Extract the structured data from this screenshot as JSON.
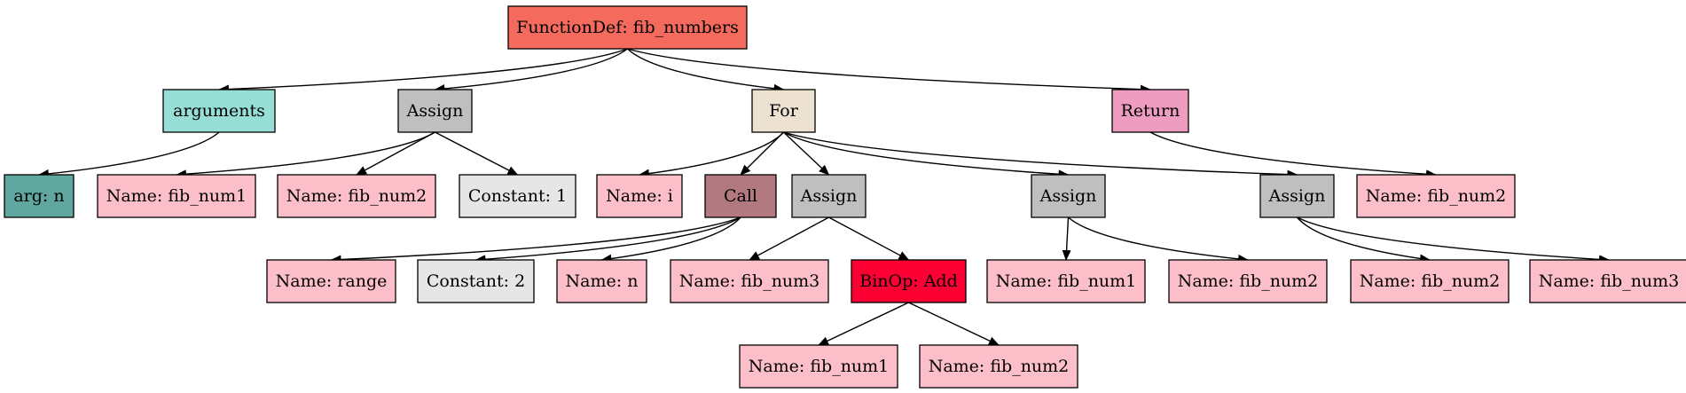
{
  "colors": {
    "functiondef": "#f46b5d",
    "arguments": "#97dfd6",
    "arg": "#5fa79f",
    "assign": "#bfbfbf",
    "for": "#ede1d1",
    "return": "#ee9dc1",
    "name": "#fcbfca",
    "constant": "#e6e6e6",
    "call": "#b27980",
    "binop": "#fc0033"
  },
  "nodes": [
    {
      "id": "functiondef",
      "label": "FunctionDef: fib_numbers",
      "kind": "functiondef"
    },
    {
      "id": "arguments",
      "label": "arguments",
      "kind": "arguments"
    },
    {
      "id": "assign1",
      "label": "Assign",
      "kind": "assign"
    },
    {
      "id": "for",
      "label": "For",
      "kind": "for"
    },
    {
      "id": "return",
      "label": "Return",
      "kind": "return"
    },
    {
      "id": "arg-n",
      "label": "arg: n",
      "kind": "arg"
    },
    {
      "id": "name-fib-num1-a",
      "label": "Name: fib_num1",
      "kind": "name"
    },
    {
      "id": "name-fib-num2-a",
      "label": "Name: fib_num2",
      "kind": "name"
    },
    {
      "id": "constant-1",
      "label": "Constant: 1",
      "kind": "constant"
    },
    {
      "id": "name-i",
      "label": "Name: i",
      "kind": "name"
    },
    {
      "id": "call",
      "label": "Call",
      "kind": "call"
    },
    {
      "id": "assign2",
      "label": "Assign",
      "kind": "assign"
    },
    {
      "id": "assign3",
      "label": "Assign",
      "kind": "assign"
    },
    {
      "id": "assign4",
      "label": "Assign",
      "kind": "assign"
    },
    {
      "id": "name-fib-num2-b",
      "label": "Name: fib_num2",
      "kind": "name"
    },
    {
      "id": "name-range",
      "label": "Name: range",
      "kind": "name"
    },
    {
      "id": "constant-2",
      "label": "Constant: 2",
      "kind": "constant"
    },
    {
      "id": "name-n",
      "label": "Name: n",
      "kind": "name"
    },
    {
      "id": "name-fib-num3-a",
      "label": "Name: fib_num3",
      "kind": "name"
    },
    {
      "id": "binop-add",
      "label": "BinOp: Add",
      "kind": "binop"
    },
    {
      "id": "name-fib-num1-b",
      "label": "Name: fib_num1",
      "kind": "name"
    },
    {
      "id": "name-fib-num2-c",
      "label": "Name: fib_num2",
      "kind": "name"
    },
    {
      "id": "name-fib-num2-d",
      "label": "Name: fib_num2",
      "kind": "name"
    },
    {
      "id": "name-fib-num3-b",
      "label": "Name: fib_num3",
      "kind": "name"
    },
    {
      "id": "name-fib-num1-c",
      "label": "Name: fib_num1",
      "kind": "name"
    },
    {
      "id": "name-fib-num2-e",
      "label": "Name: fib_num2",
      "kind": "name"
    }
  ],
  "edges": [
    {
      "from": "functiondef",
      "to": "arguments"
    },
    {
      "from": "functiondef",
      "to": "assign1"
    },
    {
      "from": "functiondef",
      "to": "for"
    },
    {
      "from": "functiondef",
      "to": "return"
    },
    {
      "from": "arguments",
      "to": "arg-n"
    },
    {
      "from": "assign1",
      "to": "name-fib-num1-a"
    },
    {
      "from": "assign1",
      "to": "name-fib-num2-a"
    },
    {
      "from": "assign1",
      "to": "constant-1"
    },
    {
      "from": "for",
      "to": "name-i"
    },
    {
      "from": "for",
      "to": "call"
    },
    {
      "from": "for",
      "to": "assign2"
    },
    {
      "from": "for",
      "to": "assign3"
    },
    {
      "from": "for",
      "to": "assign4"
    },
    {
      "from": "return",
      "to": "name-fib-num2-b"
    },
    {
      "from": "call",
      "to": "name-range"
    },
    {
      "from": "call",
      "to": "constant-2"
    },
    {
      "from": "call",
      "to": "name-n"
    },
    {
      "from": "assign2",
      "to": "name-fib-num3-a"
    },
    {
      "from": "assign2",
      "to": "binop-add"
    },
    {
      "from": "binop-add",
      "to": "name-fib-num1-b"
    },
    {
      "from": "binop-add",
      "to": "name-fib-num2-c"
    },
    {
      "from": "assign3",
      "to": "name-fib-num1-c"
    },
    {
      "from": "assign3",
      "to": "name-fib-num2-e"
    },
    {
      "from": "assign4",
      "to": "name-fib-num2-d"
    },
    {
      "from": "assign4",
      "to": "name-fib-num3-b"
    }
  ]
}
